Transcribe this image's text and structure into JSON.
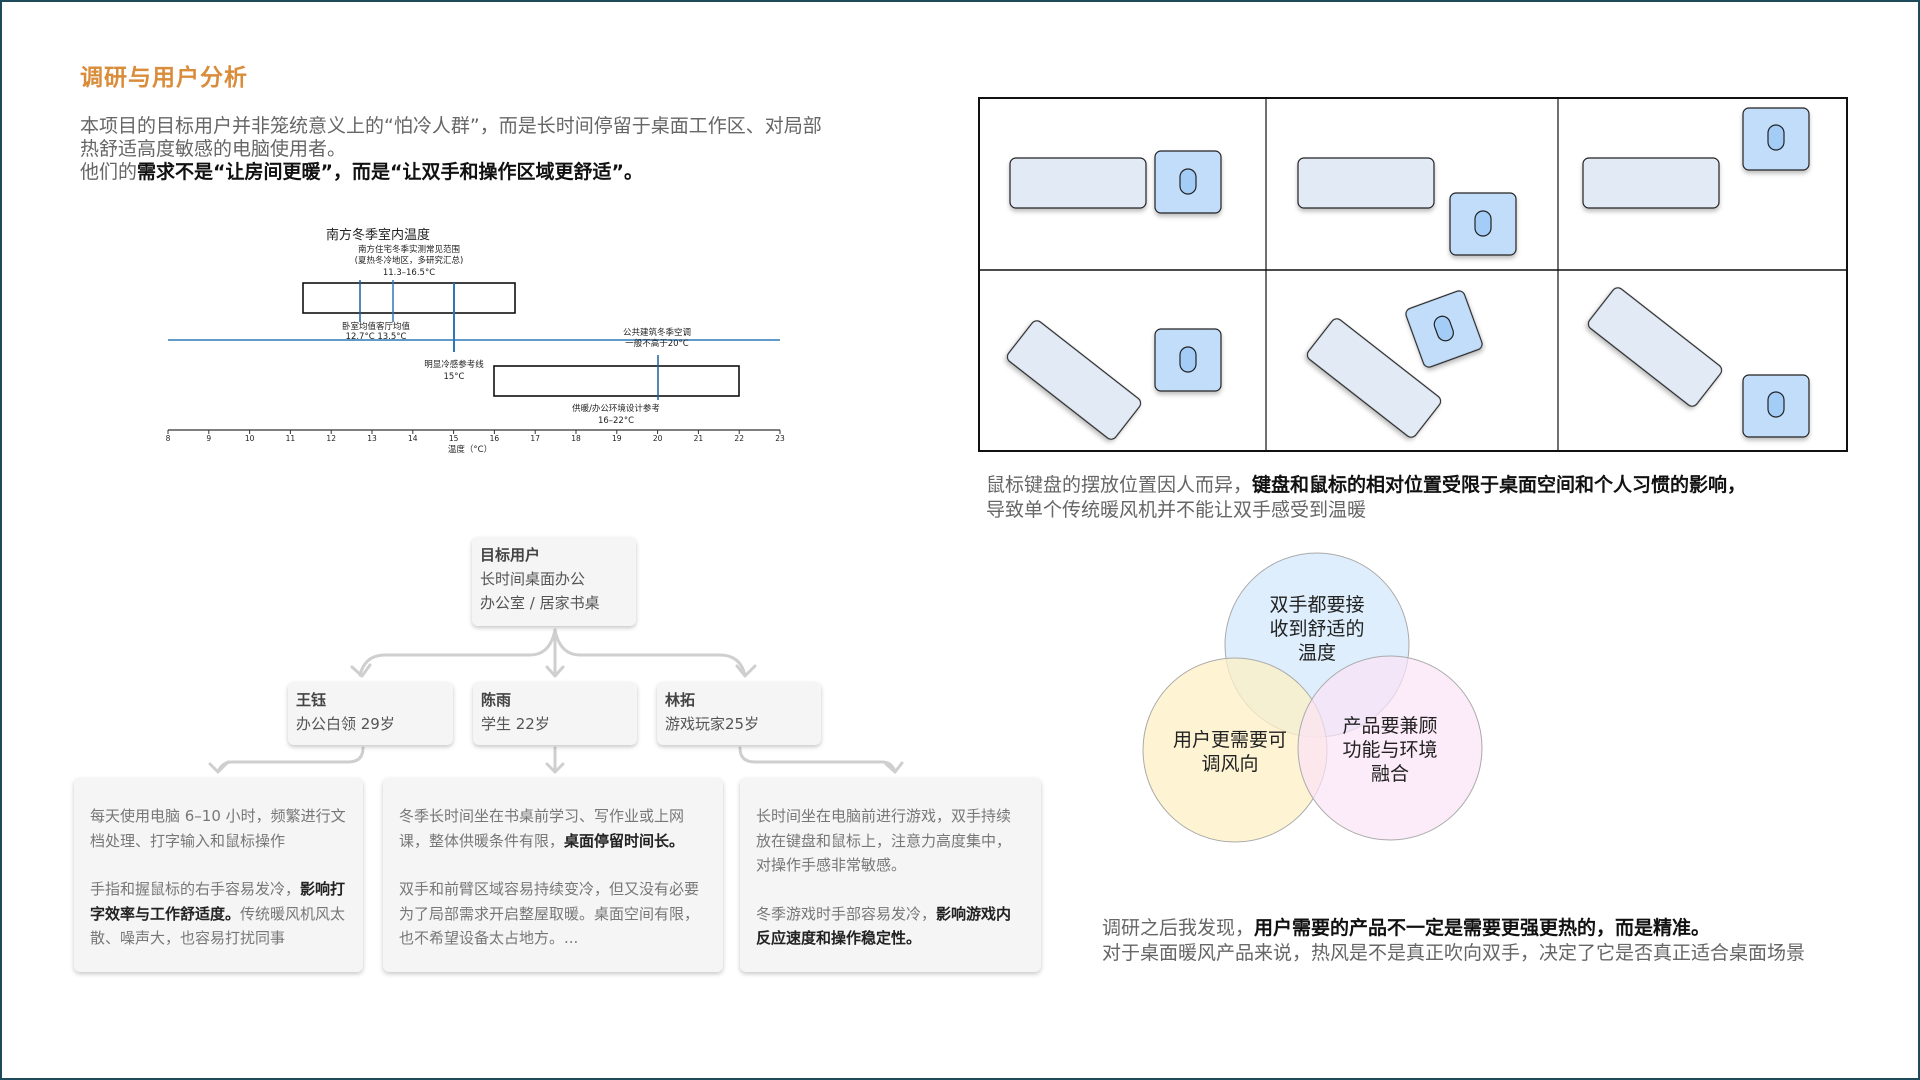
{
  "page": {
    "title": "调研与用户分析",
    "title_color": "#d98c3a",
    "frame_color": "#1f4a5a"
  },
  "intro": {
    "line1": "本项目的目标用户并非笼统意义上的“怕冷人群”，而是长时间停留于桌面工作区、对局部",
    "line2": "热舒适高度敏感的电脑使用者。",
    "line3_prefix": " 他们的",
    "line3_bold": "需求不是“让房间更暖”，而是“让双手和操作区域更舒适”。"
  },
  "chart_data": {
    "type": "range",
    "title": "南方冬季室内温度",
    "xlabel": "温度（°C）",
    "xlim": [
      8,
      23
    ],
    "xticks": [
      8,
      9,
      10,
      11,
      12,
      13,
      14,
      15,
      16,
      17,
      18,
      19,
      20,
      21,
      22,
      23
    ],
    "ranges": [
      {
        "label_line1": "南方住宅冬季实测常见范围",
        "label_line2": "(夏热冬冷地区，多研究汇总)",
        "label_line3": "11.3–16.5°C",
        "start": 11.3,
        "end": 16.5
      },
      {
        "label_line1": "供暖/办公环境设计参考",
        "label_line2": "16–22°C",
        "start": 16,
        "end": 22
      }
    ],
    "markers": [
      {
        "label": "卧室均值",
        "value": 12.7,
        "value_label": "12.7°C"
      },
      {
        "label": "客厅均值",
        "value": 13.5,
        "value_label": "13.5°C"
      },
      {
        "label_line1": "明显冷感参考线",
        "label_line2": "15°C",
        "value": 15
      },
      {
        "label_line1": "公共建筑冬季空调",
        "label_line2": "一般不高于20°C",
        "value": 20
      }
    ],
    "marker_pair_label": "卧室均值客厅均值",
    "marker_pair_values": "12.7°C   13.5°C",
    "line_color": "#2e78b8"
  },
  "layout_grid": {
    "description": "6 keyboard/mouse placement variations",
    "cells": [
      "keyboard-left-mouse-right-adjacent",
      "keyboard-left-mouse-lower-right",
      "keyboard-left-mouse-upper-right",
      "keyboard-tilted-mouse-right",
      "keyboard-tilted-mouse-tilted-above",
      "keyboard-tilted-mouse-lower-right"
    ],
    "keyboard_color": "#e1eaf5",
    "mouse_pad_color": "#c2ddfa",
    "mouse_color": "#a3ccf7"
  },
  "caption": {
    "prefix": "鼠标键盘的摆放位置因人而异，",
    "bold": "键盘和鼠标的相对位置受限于桌面空间和个人习惯的影响，",
    "line2": "导致单个传统暖风机并不能让双手感受到温暖"
  },
  "venn": {
    "top": {
      "line1": "双手都要接",
      "line2": "收到舒适的",
      "line3": "温度",
      "color": "#d8ebfb"
    },
    "left": {
      "line1": "用户更需要可",
      "line2": "调风向",
      "color": "#fdf0c6"
    },
    "right": {
      "line1": "产品要兼顾",
      "line2": "功能与环境",
      "line3": "融合",
      "color": "#fbe3f7"
    }
  },
  "conclusion": {
    "prefix": "调研之后我发现，",
    "bold": "用户需要的产品不一定是需要更强更热的，而是精准。",
    "line2": "对于桌面暖风产品来说，热风是不是真正吹向双手，决定了它是否真正适合桌面场景"
  },
  "tree": {
    "root": {
      "title": "目标用户",
      "line1": "长时间桌面办公",
      "line2": "办公室 / 居家书桌"
    },
    "personas": [
      {
        "name": "王钰",
        "info": "办公白领  29岁",
        "desc_p1": "每天使用电脑 6–10 小时，频繁进行文档处理、打字输入和鼠标操作",
        "desc_p2_prefix": " 手指和握鼠标的右手容易发冷，",
        "desc_p2_bold": "影响打字效率与工作舒适度。",
        "desc_p2_suffix": "传统暖风机风太散、噪声大，也容易打扰同事"
      },
      {
        "name": "陈雨",
        "info": "学生  22岁",
        "desc_p1_prefix": "冬季长时间坐在书桌前学习、写作业或上网课，整体供暖条件有限，",
        "desc_p1_bold": "桌面停留时间长。",
        "desc_p2": " 双手和前臂区域容易持续变冷，但又没有必要为了局部需求开启整屋取暖。桌面空间有限，也不希望设备太占地方。..."
      },
      {
        "name": "林拓",
        "info": "游戏玩家25岁",
        "desc_p1": "长时间坐在电脑前进行游戏，双手持续放在键盘和鼠标上，注意力高度集中，对操作手感非常敏感。",
        "desc_p2_prefix": " 冬季游戏时手部容易发冷，",
        "desc_p2_bold": "影响游戏内反应速度和操作稳定性。"
      }
    ]
  }
}
